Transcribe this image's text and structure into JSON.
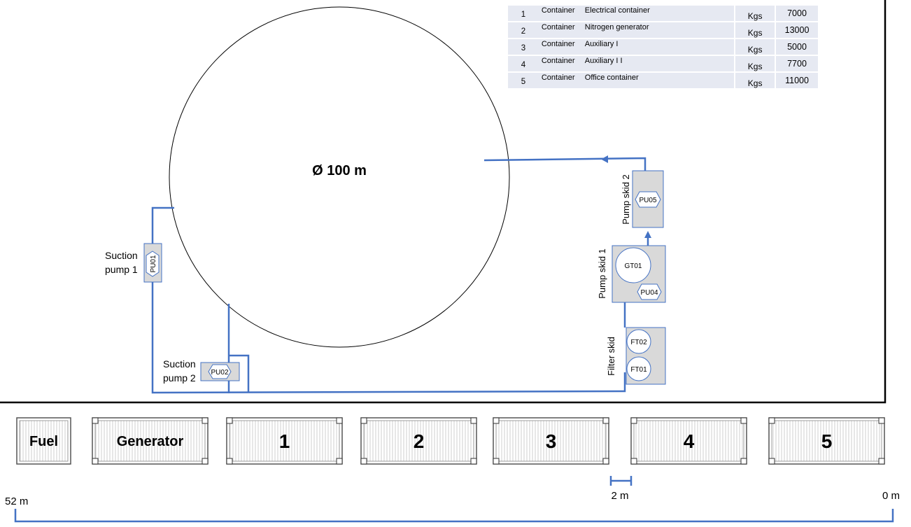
{
  "diagram": {
    "pool_label": "Ø 100 m",
    "suction_pump_1": {
      "line1": "Suction",
      "line2": "pump 1",
      "pump": "PU01"
    },
    "suction_pump_2": {
      "line1": "Suction",
      "line2": "pump 2",
      "pump": "PU02"
    },
    "pump_skid_2": {
      "label": "Pump skid 2",
      "pump": "PU05"
    },
    "pump_skid_1": {
      "label": "Pump skid 1",
      "tank": "GT01",
      "pump": "PU04"
    },
    "filter_skid": {
      "label": "Filter skid",
      "filter_top": "FT02",
      "filter_bottom": "FT01"
    },
    "fuel": "Fuel",
    "generator": "Generator",
    "containers": [
      "1",
      "2",
      "3",
      "4",
      "5"
    ],
    "scale_small": "2 m",
    "scale_left": "52 m",
    "scale_right": "0 m",
    "colors": {
      "pipe": "#4472c4",
      "equipment_fill": "#d9d9d9",
      "table_fill": "#e6e9f2"
    }
  },
  "table": {
    "rows": [
      {
        "no": "1",
        "type": "Container",
        "name": "Electrical container",
        "unit": "Kgs",
        "weight": "7000"
      },
      {
        "no": "2",
        "type": "Container",
        "name": "Nitrogen generator",
        "unit": "Kgs",
        "weight": "13000"
      },
      {
        "no": "3",
        "type": "Container",
        "name": "Auxiliary I",
        "unit": "Kgs",
        "weight": "5000"
      },
      {
        "no": "4",
        "type": "Container",
        "name": "Auxiliary I I",
        "unit": "Kgs",
        "weight": "7700"
      },
      {
        "no": "5",
        "type": "Container",
        "name": "Office container",
        "unit": "Kgs",
        "weight": "11000"
      }
    ]
  }
}
